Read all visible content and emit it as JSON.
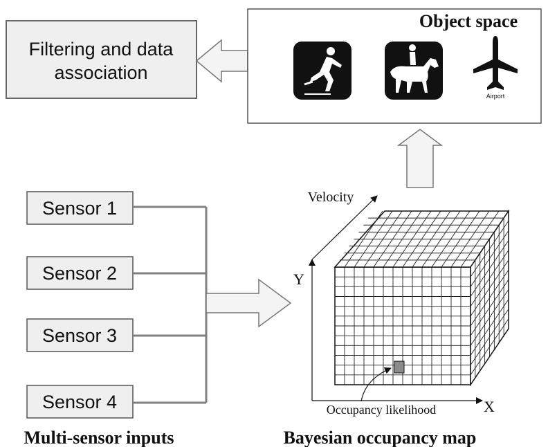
{
  "filter_box": {
    "line1": "Filtering and data",
    "line2": "association"
  },
  "object_space": {
    "title": "Object space",
    "airport_label": "Airport"
  },
  "sensors": [
    {
      "label": "Sensor 1"
    },
    {
      "label": "Sensor 2"
    },
    {
      "label": "Sensor 3"
    },
    {
      "label": "Sensor 4"
    }
  ],
  "occupancy_map": {
    "axis_velocity": "Velocity",
    "axis_y": "Y",
    "axis_x": "X",
    "cell_label": "Occupancy likelihood"
  },
  "captions": {
    "left": "Multi-sensor inputs",
    "right": "Bayesian occupancy map"
  },
  "colors": {
    "box_fill": "#efefef",
    "wire": "#808080",
    "arrow_fill": "#f4f4f4",
    "highlight_cell": "#8a8a8a"
  }
}
